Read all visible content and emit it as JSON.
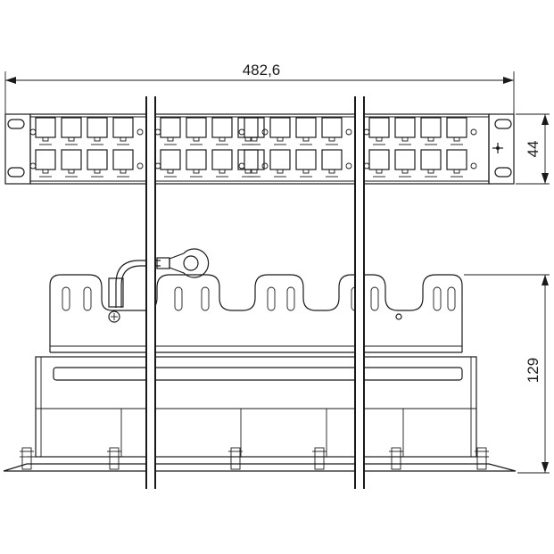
{
  "dimensions": {
    "width": "482,6",
    "front_height": "44",
    "side_height": "129"
  },
  "panel": {
    "port_groups": 4,
    "ports_per_group_row": 4,
    "rows": 2
  },
  "colors": {
    "line": "#1a1a1a",
    "background": "#ffffff"
  }
}
